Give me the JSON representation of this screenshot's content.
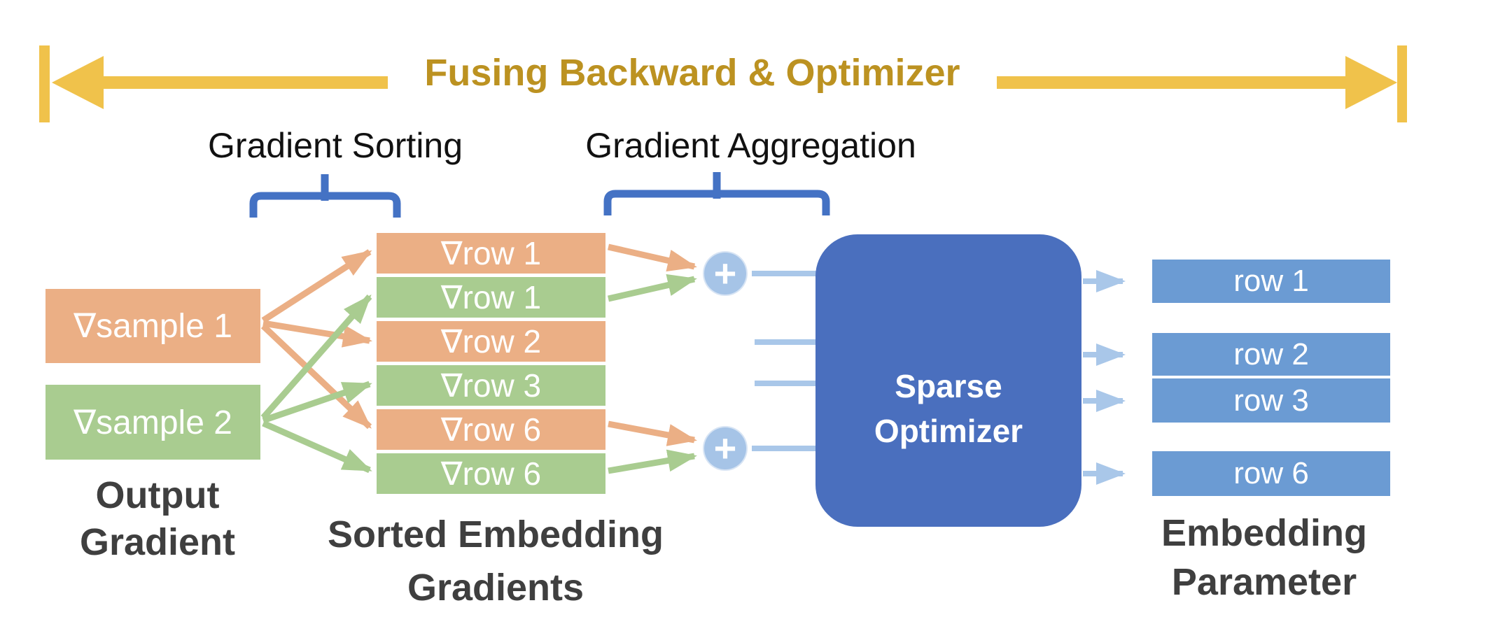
{
  "title_banner": {
    "title": "Fusing Backward & Optimizer"
  },
  "process_labels": {
    "sorting": "Gradient Sorting",
    "aggregation": "Gradient Aggregation"
  },
  "output_gradient": {
    "caption_line1": "Output",
    "caption_line2": "Gradient",
    "items": [
      {
        "label": "∇sample 1",
        "color": "orange"
      },
      {
        "label": "∇sample 2",
        "color": "green"
      }
    ]
  },
  "sorted_gradients": {
    "caption_line1": "Sorted Embedding",
    "caption_line2": "Gradients",
    "rows": [
      {
        "label": "∇row 1",
        "color": "orange"
      },
      {
        "label": "∇row 1",
        "color": "green"
      },
      {
        "label": "∇row 2",
        "color": "orange"
      },
      {
        "label": "∇row 3",
        "color": "green"
      },
      {
        "label": "∇row 6",
        "color": "orange"
      },
      {
        "label": "∇row 6",
        "color": "green"
      }
    ]
  },
  "aggregation": {
    "plus_icon": "+"
  },
  "optimizer": {
    "line1": "Sparse",
    "line2": "Optimizer"
  },
  "embedding_parameter": {
    "caption_line1": "Embedding",
    "caption_line2": "Parameter",
    "rows": [
      {
        "label": "row 1"
      },
      {
        "label": "row 2"
      },
      {
        "label": "row 3"
      },
      {
        "label": "row 6"
      }
    ]
  },
  "colors": {
    "orange": "#EBAF85",
    "green": "#A9CC90",
    "parameter_blue": "#6B9BD3",
    "optimizer_blue": "#4A6FBE",
    "connector_blue": "#A9C7E9",
    "brace_blue": "#4472C4",
    "banner_yellow": "#F0C24B",
    "title_gold": "#BC9221",
    "caption_gray": "#3F3F3F",
    "plus_circle_fill": "#A6C4E7"
  }
}
